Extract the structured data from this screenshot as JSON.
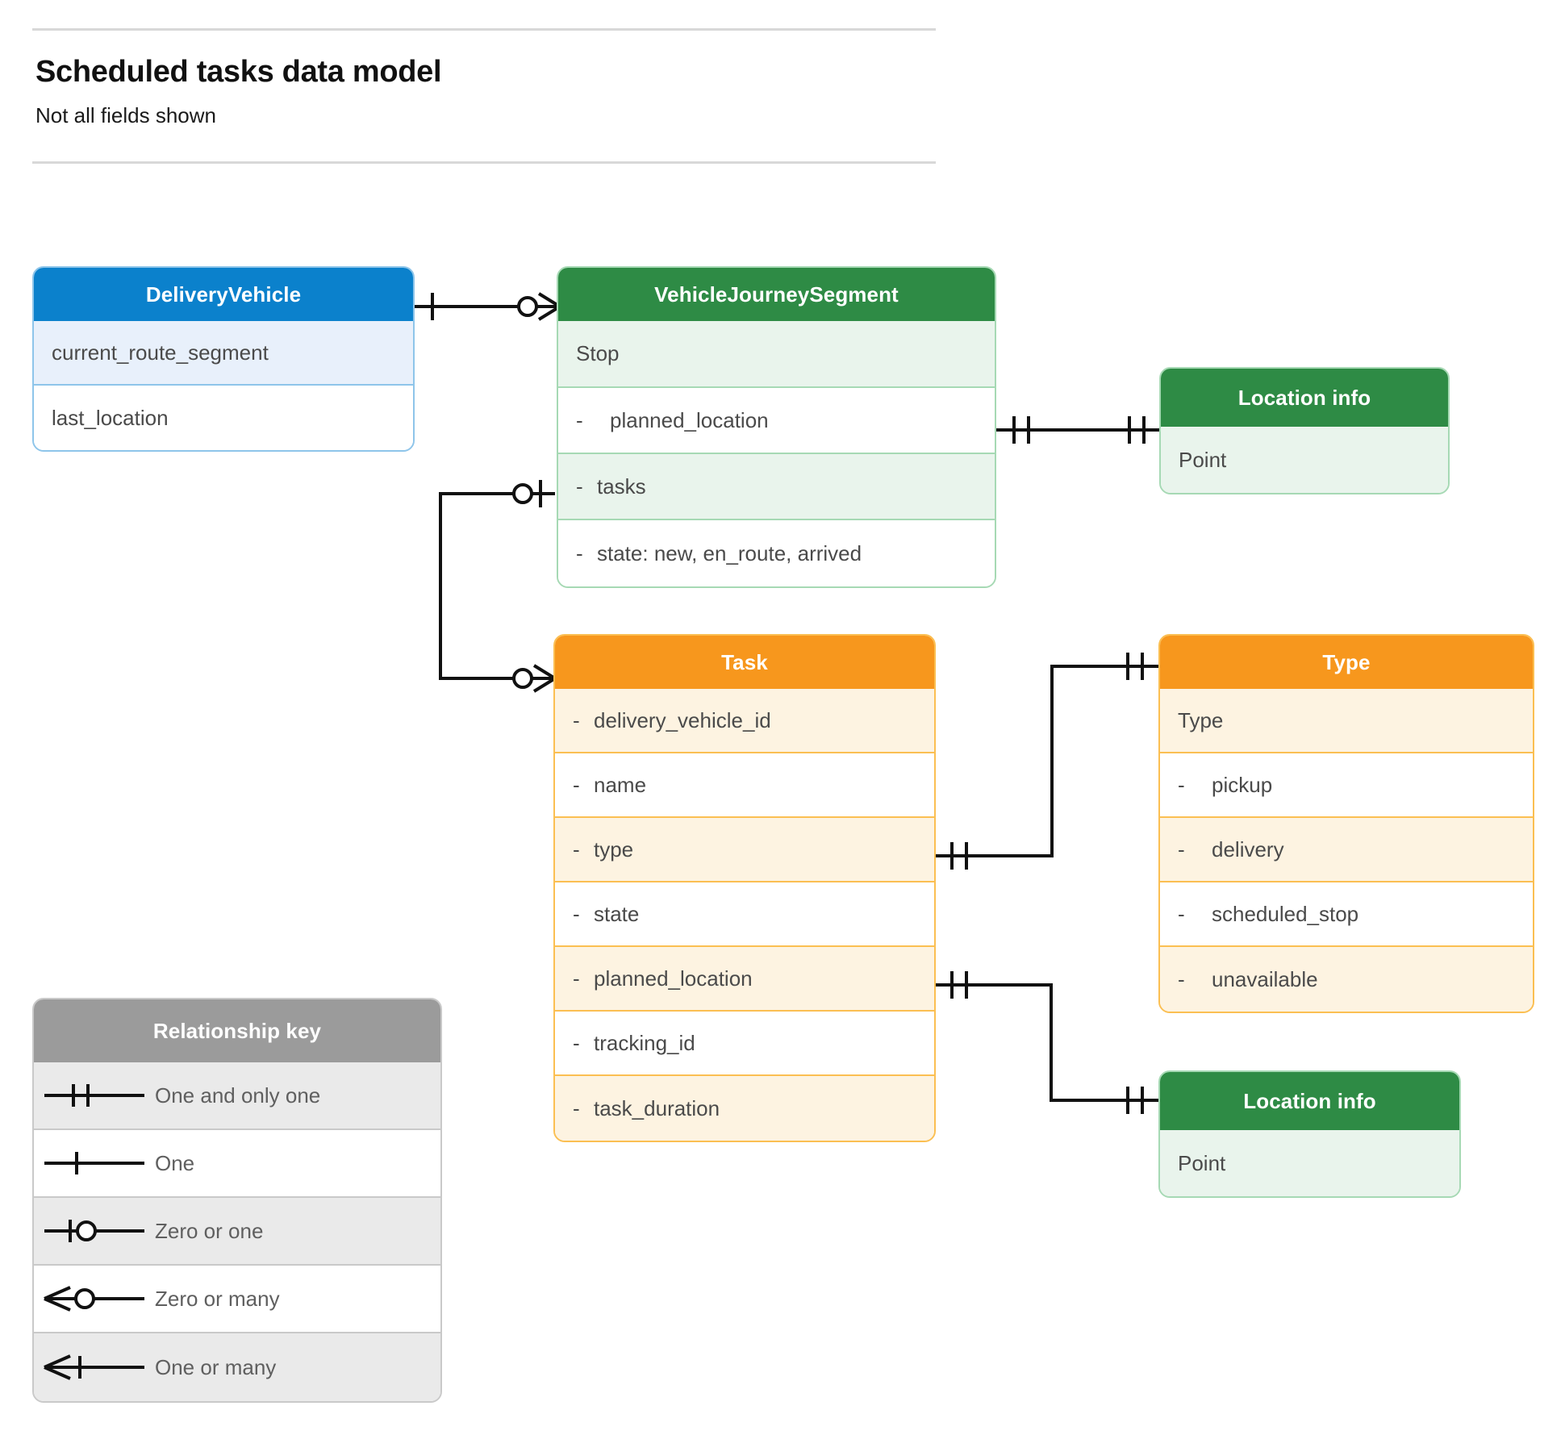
{
  "header": {
    "title": "Scheduled tasks data model",
    "subtitle": "Not all fields shown"
  },
  "colors": {
    "blue_header": "#0b81cc",
    "blue_row": "#e8f0fb",
    "blue_border": "#8ec5ea",
    "green_header": "#2e8b45",
    "green_row": "#e9f4ec",
    "green_border": "#a6d9b4",
    "orange_header": "#f7971d",
    "orange_row": "#fdf3e1",
    "orange_border": "#fbbf52",
    "grey_header": "#9b9b9b",
    "grey_row": "#eaeaea",
    "grey_border": "#c9c9c9",
    "connector": "#111111",
    "rule": "#d8d8d8"
  },
  "entities": {
    "delivery_vehicle": {
      "title": "DeliveryVehicle",
      "rows": [
        {
          "label": "current_route_segment"
        },
        {
          "label": "last_location"
        }
      ]
    },
    "vehicle_journey_segment": {
      "title": "VehicleJourneySegment",
      "rows": [
        {
          "dash": "",
          "label": "Stop"
        },
        {
          "dash": "-",
          "label": "planned_location"
        },
        {
          "dash": "-",
          "label": "tasks"
        },
        {
          "dash": "-",
          "label": "state: new, en_route, arrived"
        }
      ]
    },
    "location_info_top": {
      "title": "Location info",
      "rows": [
        {
          "label": "Point"
        }
      ]
    },
    "location_info_bottom": {
      "title": "Location info",
      "rows": [
        {
          "label": "Point"
        }
      ]
    },
    "task": {
      "title": "Task",
      "rows": [
        {
          "dash": "-",
          "label": "delivery_vehicle_id"
        },
        {
          "dash": "-",
          "label": "name"
        },
        {
          "dash": "-",
          "label": "type"
        },
        {
          "dash": "-",
          "label": "state"
        },
        {
          "dash": "-",
          "label": "planned_location"
        },
        {
          "dash": "-",
          "label": "tracking_id"
        },
        {
          "dash": "-",
          "label": "task_duration"
        }
      ]
    },
    "type": {
      "title": "Type",
      "rows": [
        {
          "dash": "",
          "label": "Type"
        },
        {
          "dash": "-",
          "label": "pickup"
        },
        {
          "dash": "-",
          "label": "delivery"
        },
        {
          "dash": "-",
          "label": "scheduled_stop"
        },
        {
          "dash": "-",
          "label": "unavailable"
        }
      ]
    }
  },
  "legend": {
    "title": "Relationship key",
    "items": [
      {
        "symbol": "one-and-only-one-symbol",
        "label": "One and only one"
      },
      {
        "symbol": "one-symbol",
        "label": "One"
      },
      {
        "symbol": "zero-or-one-symbol",
        "label": "Zero or one"
      },
      {
        "symbol": "zero-or-many-symbol",
        "label": "Zero or many"
      },
      {
        "symbol": "one-or-many-symbol",
        "label": "One or many"
      }
    ]
  },
  "relationships": [
    {
      "from": "DeliveryVehicle",
      "from_card": "one",
      "to": "VehicleJourneySegment",
      "to_card": "zero or many"
    },
    {
      "from": "VehicleJourneySegment.planned_location",
      "from_card": "one and only one",
      "to": "Location info (Point)",
      "to_card": "one and only one"
    },
    {
      "from": "VehicleJourneySegment.tasks",
      "from_card": "zero or one",
      "to": "Task",
      "to_card": "zero or many"
    },
    {
      "from": "Task.type",
      "from_card": "one and only one",
      "to": "Type",
      "to_card": "one and only one"
    },
    {
      "from": "Task.planned_location",
      "from_card": "one and only one",
      "to": "Location info (Point)",
      "to_card": "one and only one"
    }
  ]
}
